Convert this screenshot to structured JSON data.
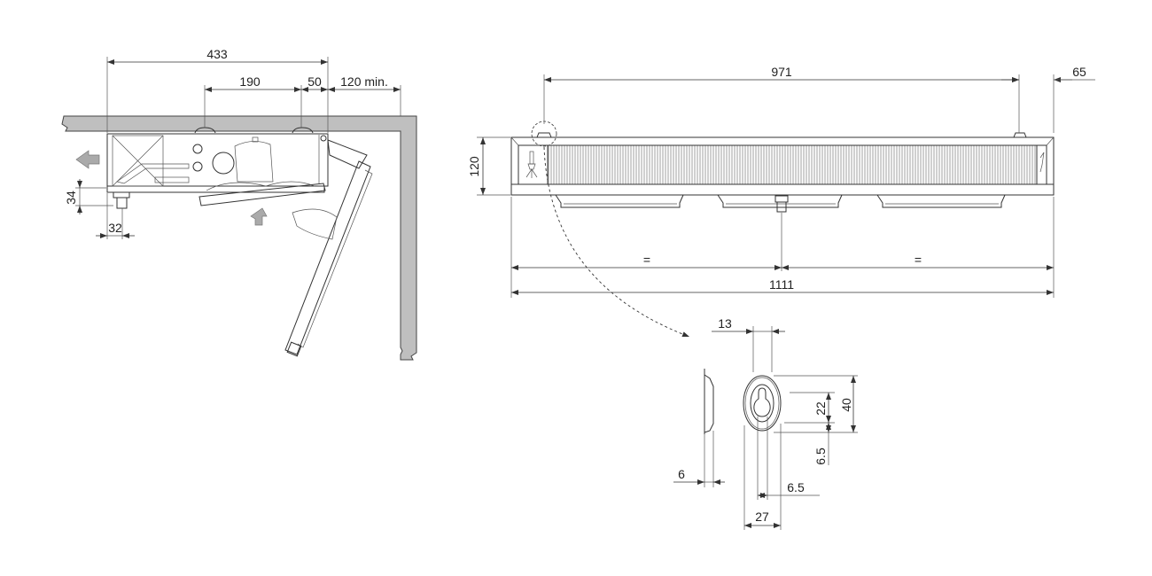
{
  "side_view": {
    "dims": {
      "overall_depth": "433",
      "bracket_spacing": "190",
      "bracket_offset": "50",
      "wall_clearance": "120 min.",
      "drain_height": "34",
      "drain_offset": "32"
    }
  },
  "front_view": {
    "dims": {
      "bracket_span": "971",
      "bracket_end": "65",
      "height": "120",
      "half_left": "=",
      "half_right": "=",
      "overall_length": "1111"
    }
  },
  "bracket_detail": {
    "dims": {
      "slot_width": "13",
      "overall_height": "40",
      "keyhole_height": "22",
      "bottom_margin": "6.5",
      "thickness": "6",
      "hole_offset": "6.5",
      "overall_width": "27"
    }
  },
  "colors": {
    "wall": "#bfbfbf",
    "line": "#333333"
  }
}
